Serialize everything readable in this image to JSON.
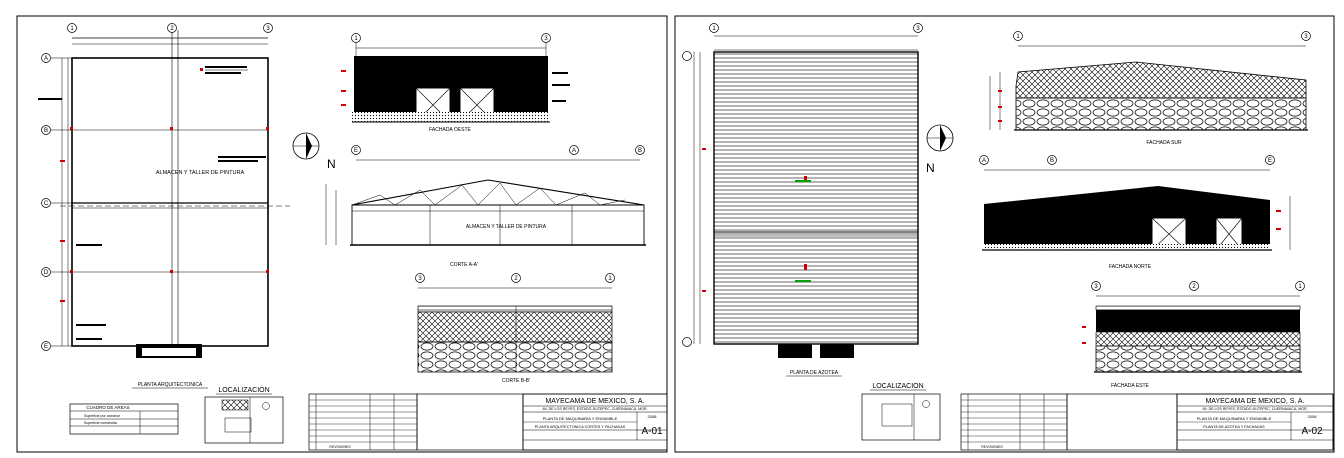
{
  "sheets": [
    {
      "company": "MAYECAMA DE MEXICO, S. A.",
      "project": "PLANTA DE MAQUINARIA Y ENSAMBLE",
      "drawing_title": "PLANTA ARQUITECTONICA CORTES Y FACHADAS",
      "sheet_number": "A-01",
      "year": "2008",
      "address": "AV. DE LOS REYES, ESTADO JIUTEPEC, CUERNAVACA, MOR."
    },
    {
      "company": "MAYECAMA DE MEXICO, S. A.",
      "project": "PLANTA DE MAQUINARIA Y ENSAMBLE",
      "drawing_title": "PLANTA DE AZOTEA Y FACHADAS",
      "sheet_number": "A-02",
      "year": "2008",
      "address": "AV. DE LOS REYES, ESTADO JIUTEPEC, CUERNAVACA, MOR."
    }
  ],
  "grid_bubbles": {
    "plan_top": [
      "1",
      "2",
      "3"
    ],
    "plan_left": [
      "A",
      "B",
      "C",
      "D",
      "E"
    ],
    "roof_top": [
      "1",
      "3"
    ],
    "elev_sur": [
      "1",
      "3"
    ],
    "elev_norte": [
      "A",
      "B",
      "E"
    ],
    "elev_este": [
      "3",
      "2",
      "1"
    ],
    "corte_aa": [
      "E",
      "A",
      "B"
    ],
    "corte_bb": [
      "3",
      "2",
      "1"
    ],
    "fachada_oeste": [
      "1",
      "3"
    ]
  },
  "views": {
    "plan_label": "PLANTA ARQUITECTONICA",
    "plan_room": "ALMACEN Y TALLER DE PINTURA",
    "fachada_oeste": "FACHADA OESTE",
    "corte_aa": "CORTE A-A'",
    "corte_aa_room": "ALMACEN Y TALLER DE PINTURA",
    "corte_bb": "CORTE B-B'",
    "roof_label": "PLANTA DE AZOTEA",
    "fachada_sur": "FACHADA SUR",
    "fachada_norte": "FACHADA NORTE",
    "fachada_este": "FACHADA ESTE"
  },
  "localizacion": [
    "LOCALIZACIÓN",
    "LOCALIZACION"
  ],
  "north": "N",
  "area_table": {
    "title": "CUADRO DE AREAS",
    "rows": [
      "Superficie por construir",
      "Superficie construida"
    ]
  },
  "revision_label": "REVISIONES"
}
